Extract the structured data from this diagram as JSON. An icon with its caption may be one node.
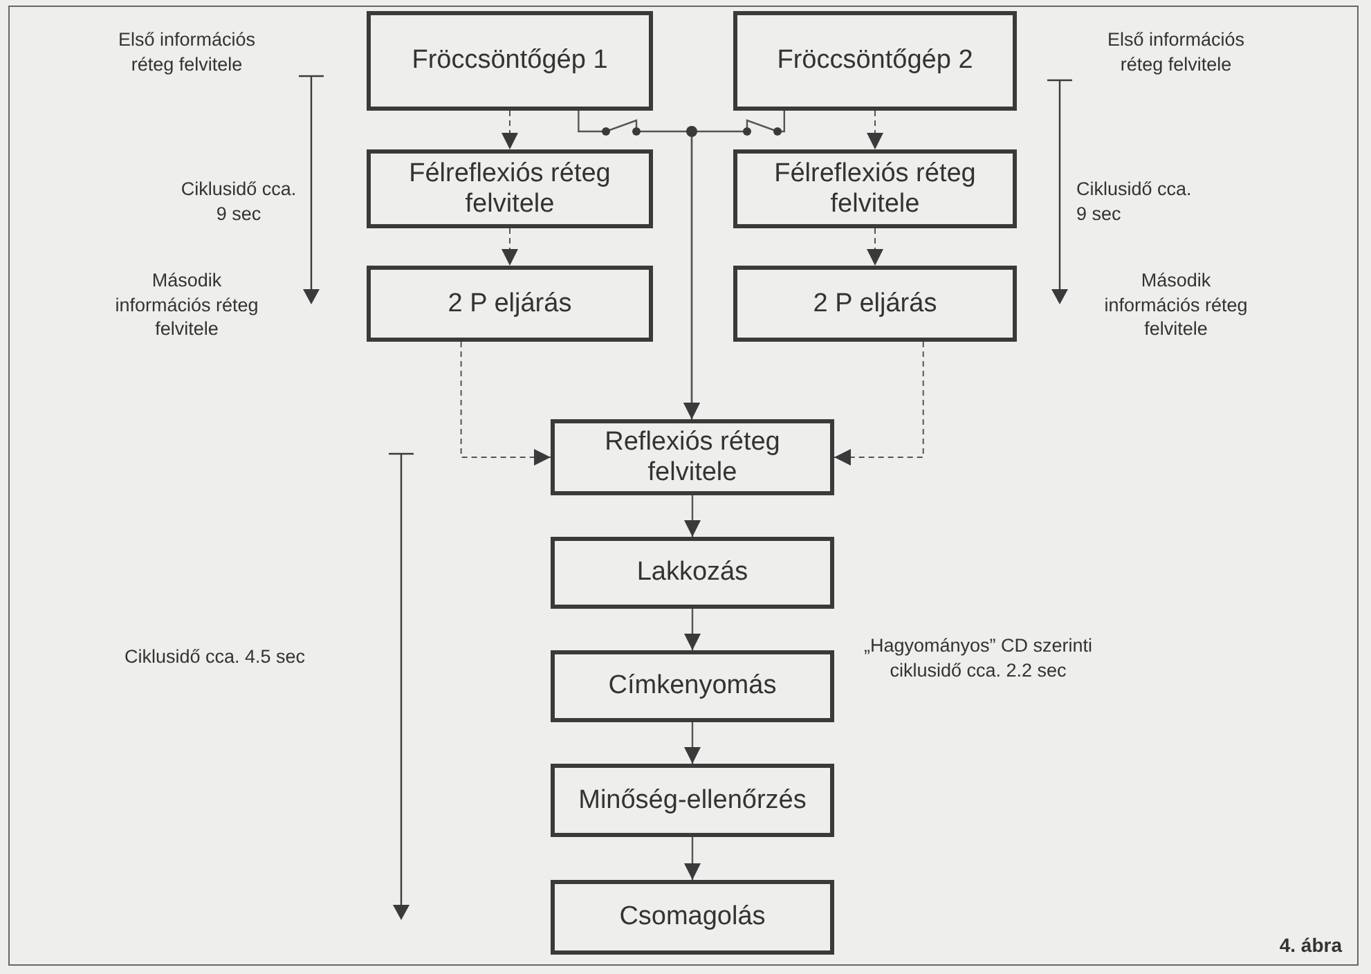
{
  "diagram": {
    "nodes": [
      {
        "text": [
          "Fröccsöntőgép 1"
        ]
      },
      {
        "text": [
          "Fröccsöntőgép 2"
        ]
      },
      {
        "text": [
          "Félreflexiós réteg felvitele"
        ]
      },
      {
        "text": [
          "Félreflexiós réteg felvitele"
        ]
      },
      {
        "text": [
          "2 P eljárás"
        ]
      },
      {
        "text": [
          "2 P eljárás"
        ]
      },
      {
        "text": [
          "Reflexiós réteg felvitele"
        ]
      },
      {
        "text": [
          "Lakkozás"
        ]
      },
      {
        "text": [
          "Címkenyomás"
        ]
      },
      {
        "text": [
          "Minőség-ellenőrzés"
        ]
      },
      {
        "text": [
          "Csomagolás"
        ]
      }
    ],
    "edges": [
      {
        "from": 0,
        "to": 2,
        "arrow": "to",
        "style": "dashed"
      },
      {
        "from": 1,
        "to": 3,
        "arrow": "to",
        "style": "dashed"
      },
      {
        "from": 2,
        "to": 4,
        "arrow": "to",
        "style": "dashed"
      },
      {
        "from": 3,
        "to": 5,
        "arrow": "to",
        "style": "dashed"
      },
      {
        "from": 4,
        "to": 6,
        "arrow": "to",
        "style": "dashed"
      },
      {
        "from": 5,
        "to": 6,
        "arrow": "to",
        "style": "dashed"
      },
      {
        "from": 0,
        "to": 6,
        "arrow": "to"
      },
      {
        "from": 1,
        "to": 6,
        "arrow": "to"
      },
      {
        "from": 6,
        "to": 7,
        "arrow": "to"
      },
      {
        "from": 7,
        "to": 8,
        "arrow": "to"
      },
      {
        "from": 8,
        "to": 9,
        "arrow": "to"
      },
      {
        "from": 9,
        "to": 10,
        "arrow": "to"
      }
    ],
    "labels": [
      "Első információs réteg felvitele",
      "Első információs réteg felvitele",
      "Ciklusidő cca. 9 sec",
      "Ciklusidő cca. 9 sec",
      "Második információs réteg felvitele",
      "Második információs réteg felvitele",
      "Ciklusidő cca. 4.5 sec",
      "„Hagyományos” CD szerinti ciklusidő cca. 2.2 sec",
      "4. ábra"
    ]
  }
}
